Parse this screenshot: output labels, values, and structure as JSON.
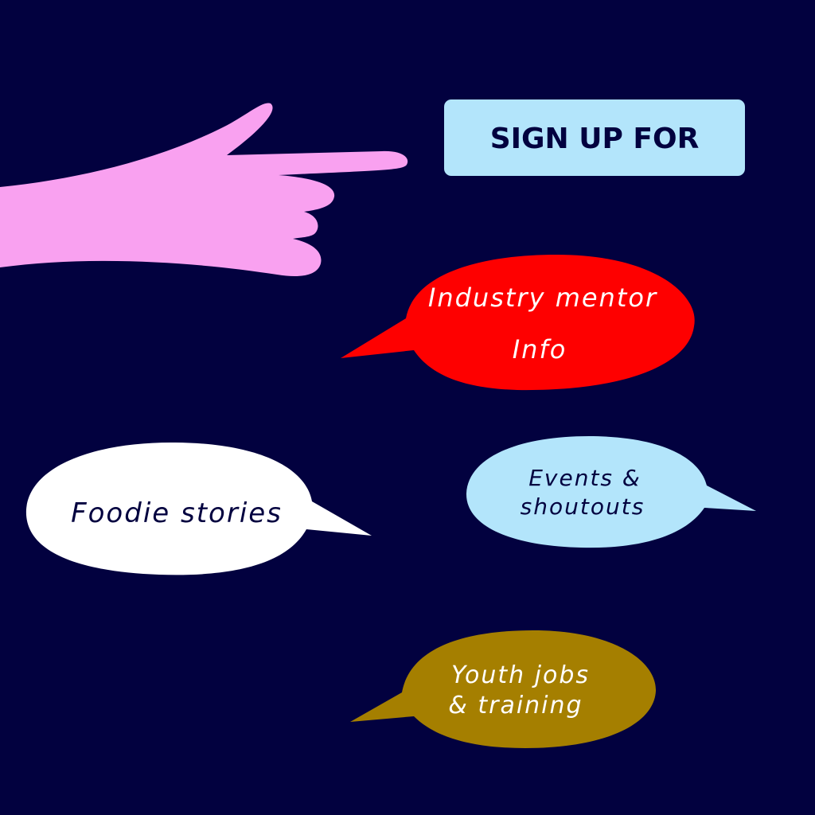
{
  "colors": {
    "background": "#02013f",
    "hand": "#f9a1f0",
    "button": "#b3e5fb",
    "red": "#fe0000",
    "white": "#ffffff",
    "light_blue": "#b3e5fb",
    "olive": "#a57f00",
    "navy_text": "#02013f"
  },
  "button": {
    "label": "SIGN UP FOR"
  },
  "bubbles": {
    "mentor": {
      "line1": "Industry mentor",
      "line2": "Info"
    },
    "foodie": {
      "line1": "Foodie stories"
    },
    "events": {
      "line1": "Events &",
      "line2": "shoutouts"
    },
    "youth": {
      "line1": "Youth jobs",
      "line2": "& training"
    }
  }
}
